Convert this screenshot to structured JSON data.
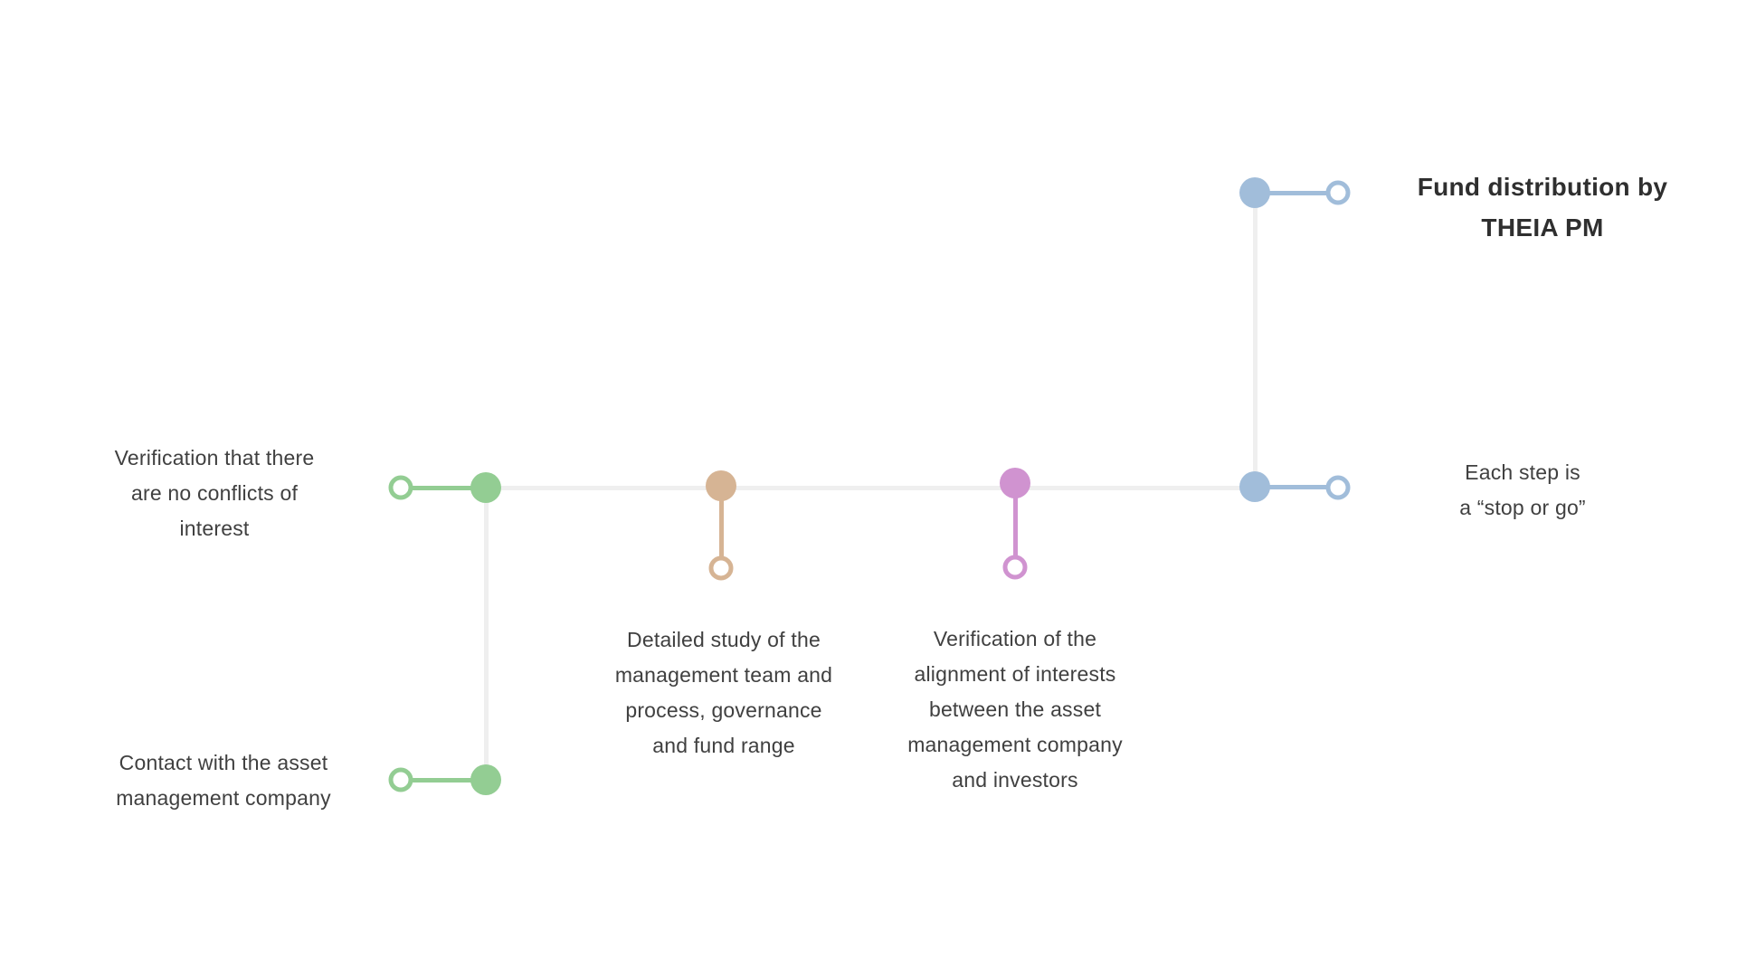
{
  "title": {
    "lines": [
      "Fund distribution by",
      "THEIA PM"
    ]
  },
  "colors": {
    "green": "#93cd93",
    "tan": "#d6b494",
    "purple": "#d093d0",
    "blue": "#a1bdda",
    "track_gray": "#efefef",
    "label_text": "#404040",
    "title_text": "#2f2f2f",
    "background": "#ffffff"
  },
  "steps": [
    {
      "name": "verification-no-conflicts",
      "color": "green",
      "lines": [
        "Verification that there",
        "are no conflicts of",
        "interest"
      ]
    },
    {
      "name": "contact-asset-management",
      "color": "green",
      "lines": [
        "Contact with the asset",
        "management company"
      ]
    },
    {
      "name": "detailed-study",
      "color": "tan",
      "lines": [
        "Detailed study of the",
        "management team and",
        "process, governance",
        "and fund range"
      ]
    },
    {
      "name": "alignment-of-interests",
      "color": "purple",
      "lines": [
        "Verification of the",
        "alignment of interests",
        "between the asset",
        "management company",
        "and investors"
      ]
    },
    {
      "name": "stop-or-go",
      "color": "blue",
      "lines": [
        "Each step is",
        "a “stop or go”"
      ]
    }
  ]
}
